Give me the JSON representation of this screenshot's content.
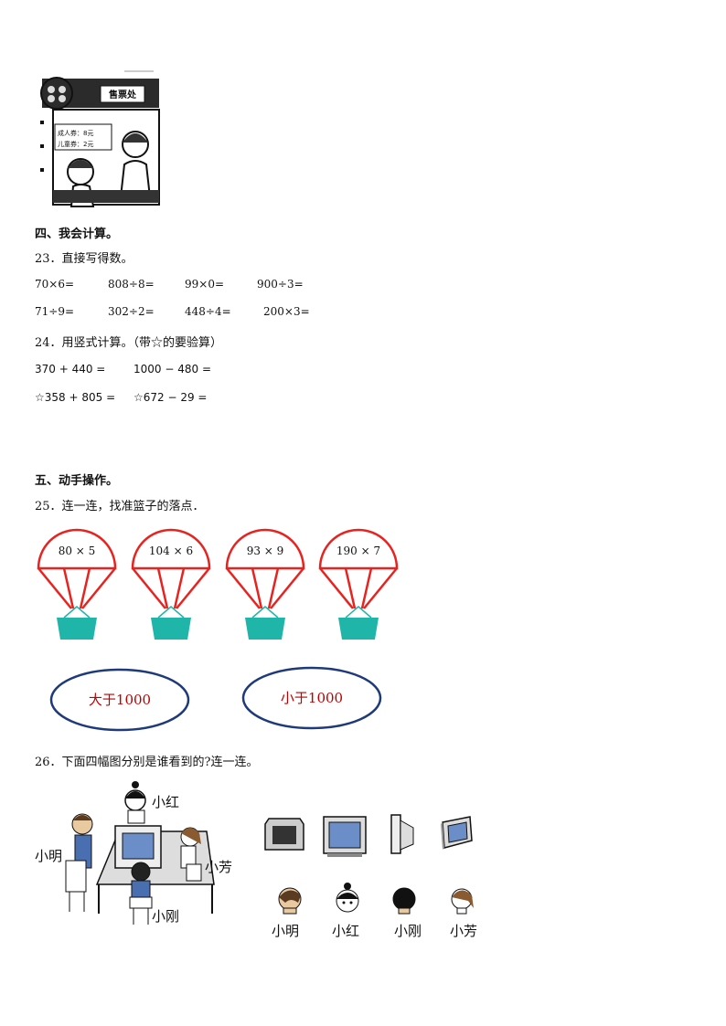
{
  "ticket_booth": {
    "sign": "售票处",
    "price_adult": "成人券：8元",
    "price_child": "儿童券：2元"
  },
  "section4": {
    "heading": "四、我会计算。",
    "q23": {
      "title": "23．直接写得数。",
      "row1": [
        "70×6=",
        "808÷8=",
        "99×0=",
        "900÷3="
      ],
      "row2": [
        "71÷9=",
        "302÷2=",
        "448÷4=",
        "200×3="
      ]
    },
    "q24": {
      "title": "24．用竖式计算。（带☆的要验算）",
      "row1": [
        "370 + 440 =",
        "1000 − 480 ="
      ],
      "row2": [
        "☆358 + 805 =",
        "☆672 − 29 ="
      ]
    }
  },
  "section5": {
    "heading": "五、动手操作。",
    "q25": {
      "title": "25．连一连，找准篮子的落点．",
      "parachutes": [
        "80 × 5",
        "104 × 6",
        "93 × 9",
        "190 × 7"
      ],
      "ovals": [
        "大于1000",
        "小于1000"
      ]
    },
    "q26": {
      "title": "26．下面四幅图分别是谁看到的?连一连。",
      "scene_names": [
        "小红",
        "小明",
        "小芳",
        "小刚"
      ],
      "viewers": [
        "小明",
        "小红",
        "小刚",
        "小芳"
      ]
    }
  },
  "colors": {
    "parachute": "#e8231f",
    "basket": "#1fb5a8",
    "oval_border": "#1f3a7a",
    "oval_text": "#c00000",
    "monitor_screen": "#6b8ec8"
  }
}
